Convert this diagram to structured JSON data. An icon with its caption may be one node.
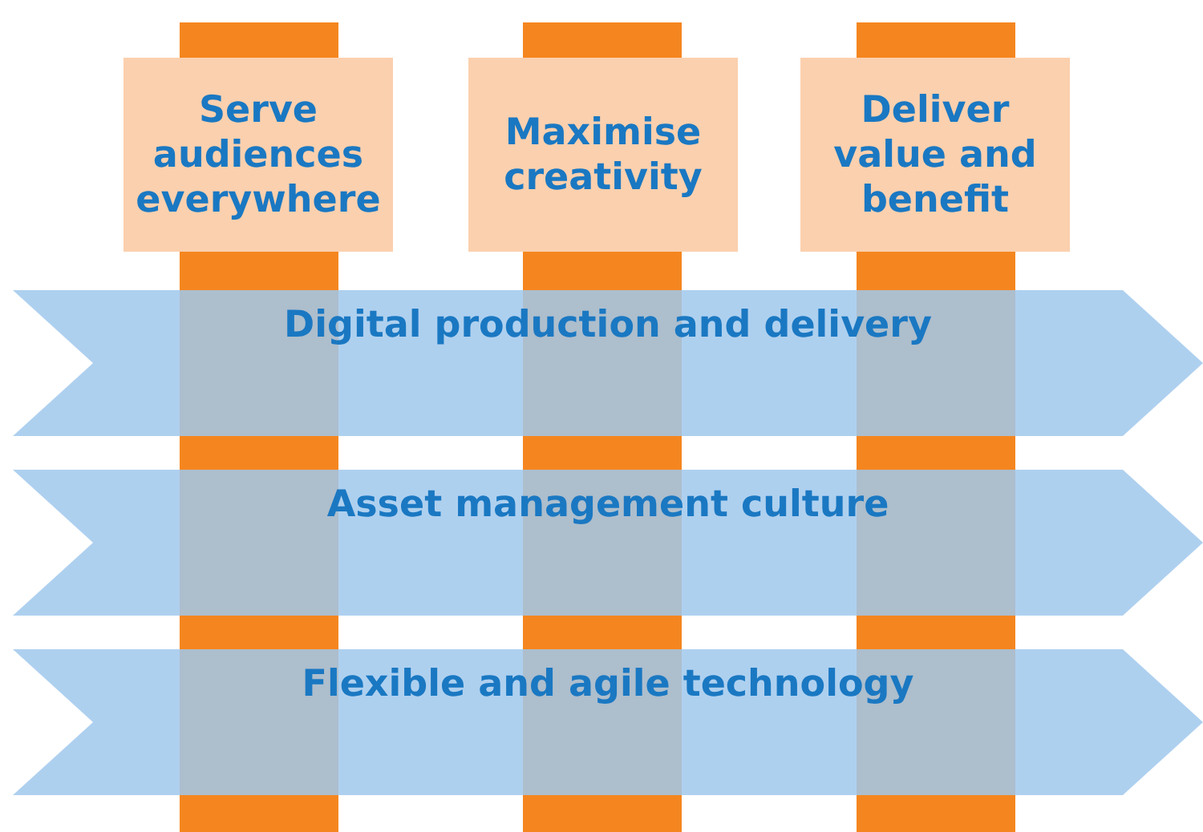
{
  "diagram": {
    "nodes": [
      {
        "text": [
          "Serve audiences everywhere"
        ]
      },
      {
        "text": [
          "Maximise creativity"
        ]
      },
      {
        "text": [
          "Deliver value and benefit"
        ]
      },
      {
        "text": [
          "Digital production and delivery"
        ]
      },
      {
        "text": [
          "Asset management culture"
        ]
      },
      {
        "text": [
          "Flexible and agile technology"
        ]
      }
    ],
    "edges": []
  }
}
